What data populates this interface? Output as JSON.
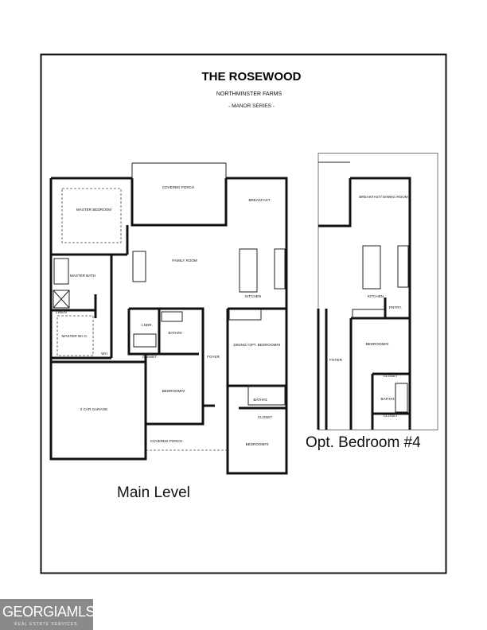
{
  "header": {
    "title": "THE ROSEWOOD",
    "community": "NORTHMINSTER FARMS",
    "series": "- MANOR SERIES -"
  },
  "main_level": {
    "caption": "Main Level",
    "rooms": {
      "covered_porch_rear": "COVERED PORCH",
      "breakfast": "BREAKFAST",
      "master_bedroom": "MASTER BEDROOM",
      "family_room": "FAMILY ROOM",
      "master_bath": "MASTER BATH",
      "kitchen": "KITCHEN",
      "master_wic": "MASTER W.I.C.",
      "lndr": "LNDR.",
      "bath2": "BATH#2",
      "dining": "DINING/ OPT. BEDROOM#4",
      "foyer": "FOYER",
      "closet": "CLOSET",
      "bedroom2": "BEDROOM#2",
      "garage": "2 CAR GARAGE",
      "bath3": "BATH#3",
      "closet3": "CLOSET",
      "covered_porch_front": "COVERED PORCH",
      "bedroom3": "BEDROOM#3",
      "linen": "LINEN",
      "wh": "WH"
    }
  },
  "opt_plan": {
    "caption": "Opt. Bedroom #4",
    "rooms": {
      "breakfast_dining": "BREAKFAST/ DINING ROOM",
      "kitchen": "KITCHEN",
      "pantry": "PNTRY.",
      "bedroom4": "BEDROOM#4",
      "foyer": "FOYER",
      "closet_a": "CLOSET",
      "bath3": "BATH#3",
      "closet_b": "CLOSET"
    }
  },
  "logo": {
    "name": "GEORGIAMLS",
    "tagline": "REAL ESTATE SERVICES"
  }
}
